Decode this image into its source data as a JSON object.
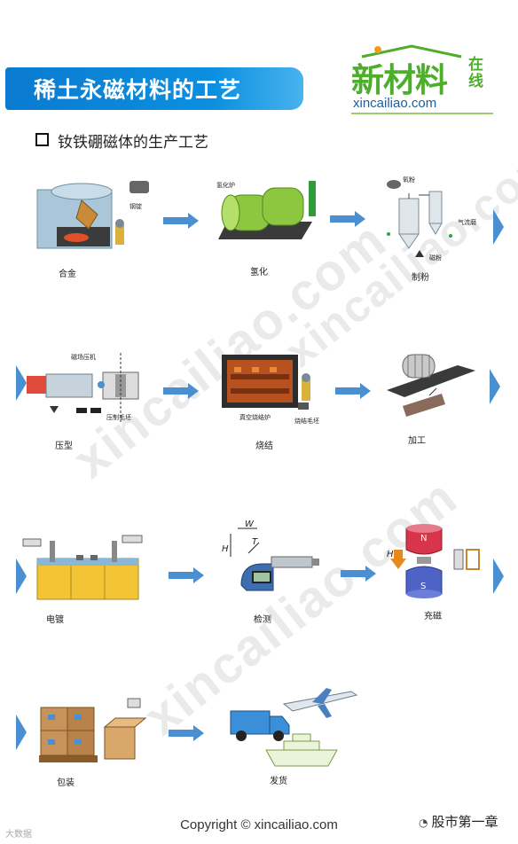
{
  "title": "稀土永磁材料的工艺",
  "logo": {
    "main": "新材料",
    "side": "在线",
    "url": "xincailiao.com"
  },
  "subtitle": "钕铁硼磁体的生产工艺",
  "steps": [
    {
      "label": "合金",
      "annotations": [
        "钢锭"
      ]
    },
    {
      "label": "氢化",
      "annotations": [
        "氢化炉"
      ]
    },
    {
      "label": "制粉",
      "annotations": [
        "氧粉",
        "气流磨",
        "磁粉"
      ]
    },
    {
      "label": "压型",
      "annotations": [
        "磁场压机",
        "压制毛坯"
      ]
    },
    {
      "label": "烧结",
      "annotations": [
        "真空烧结炉",
        "烧结毛坯"
      ]
    },
    {
      "label": "加工",
      "annotations": []
    },
    {
      "label": "电镀",
      "annotations": []
    },
    {
      "label": "检测",
      "annotations": [
        "W",
        "H",
        "T"
      ]
    },
    {
      "label": "充磁",
      "annotations": [
        "N",
        "S",
        "H"
      ]
    },
    {
      "label": "包装",
      "annotations": []
    },
    {
      "label": "发货",
      "annotations": []
    }
  ],
  "watermarks": [
    "xincailiao.com",
    "xincailiao.com",
    "xincailiao.com"
  ],
  "footer": "Copyright © xincailiao.com",
  "corner_left": "大数据",
  "corner_right": "股市第一章",
  "colors": {
    "title_bg": "#0a7bd0",
    "logo_green": "#4cae2a",
    "arrow_blue": "#4a8fd0"
  }
}
